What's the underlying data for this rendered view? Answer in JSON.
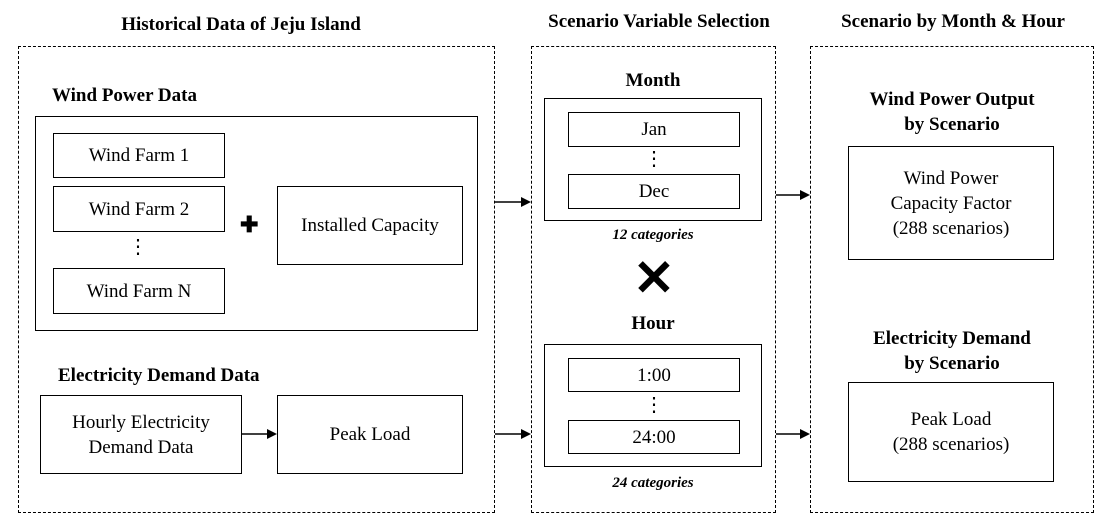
{
  "sections": {
    "historical_title": "Historical Data of Jeju Island",
    "selection_title": "Scenario Variable Selection",
    "scenario_title": "Scenario by Month & Hour"
  },
  "wind": {
    "label": "Wind Power Data",
    "farms": [
      "Wind Farm 1",
      "Wind Farm 2",
      "Wind Farm N"
    ],
    "dots": "⋮",
    "plus": "✚",
    "capacity": "Installed Capacity"
  },
  "demand": {
    "label": "Electricity Demand Data",
    "hourly": "Hourly Electricity\nDemand Data",
    "peak": "Peak Load"
  },
  "month": {
    "label": "Month",
    "first": "Jan",
    "dots": "⋮",
    "last": "Dec",
    "count": "12 categories"
  },
  "cross": "✕",
  "hour": {
    "label": "Hour",
    "first": "1:00",
    "dots": "⋮",
    "last": "24:00",
    "count": "24 categories"
  },
  "outputs": {
    "wind_title": "Wind Power Output\nby Scenario",
    "wind_box": "Wind Power\nCapacity Factor\n(288 scenarios)",
    "demand_title": "Electricity Demand\nby Scenario",
    "demand_box": "Peak Load\n(288 scenarios)"
  }
}
